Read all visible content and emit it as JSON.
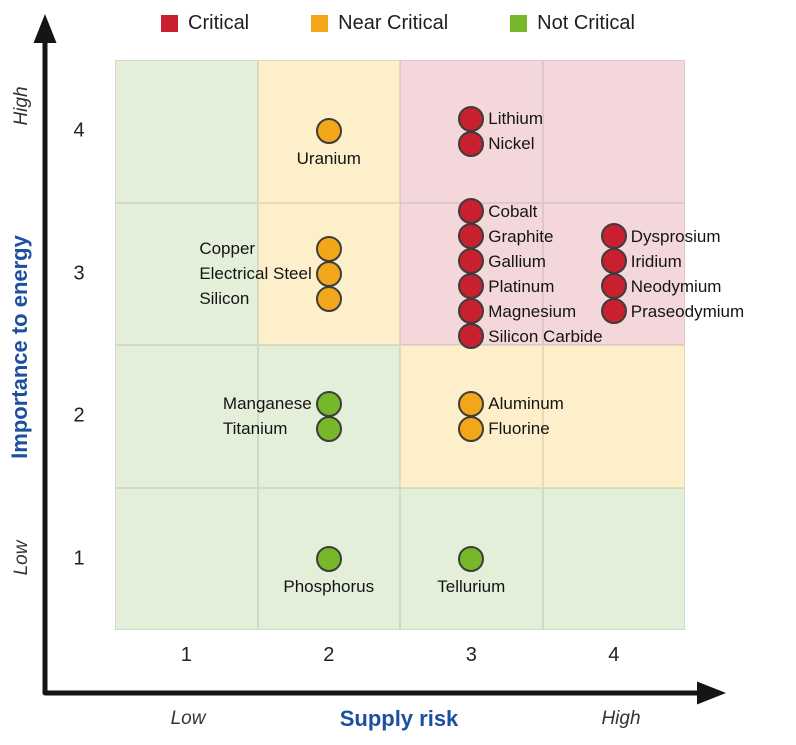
{
  "legend": {
    "items": [
      {
        "label": "Critical",
        "status": "critical"
      },
      {
        "label": "Near Critical",
        "status": "near"
      },
      {
        "label": "Not Critical",
        "status": "not"
      }
    ]
  },
  "y_axis": {
    "title": "Importance to energy",
    "high": "High",
    "low": "Low"
  },
  "x_axis": {
    "title": "Supply risk",
    "high": "High",
    "low": "Low"
  },
  "colors": {
    "critical": "#c8202f",
    "near": "#f2a71b",
    "not": "#76b82a",
    "cell_critical": "#f4d7da",
    "cell_near": "#fcefca",
    "cell_not": "#e4efd9",
    "axis_title": "#1c4f9e",
    "dot_border": "#3d3d3d"
  },
  "chart_data": {
    "type": "scatter",
    "title": "Material criticality matrix",
    "xlabel": "Supply risk",
    "ylabel": "Importance to energy",
    "x_ticks": [
      "1",
      "2",
      "3",
      "4"
    ],
    "y_ticks": [
      "4",
      "3",
      "2",
      "1"
    ],
    "xlim": [
      0.5,
      4.5
    ],
    "ylim": [
      0.5,
      4.5
    ],
    "cells": [
      [
        "not",
        "near",
        "critical",
        "critical"
      ],
      [
        "not",
        "near",
        "critical",
        "critical"
      ],
      [
        "not",
        "not",
        "near",
        "near"
      ],
      [
        "not",
        "not",
        "not",
        "not"
      ]
    ],
    "groups": [
      {
        "x": 2,
        "y": 4,
        "status": "near",
        "label_pos": "below",
        "labels": [
          "Uranium"
        ]
      },
      {
        "x": 3,
        "y": 4,
        "status": "critical",
        "label_pos": "right",
        "labels": [
          "Lithium",
          "Nickel"
        ]
      },
      {
        "x": 2,
        "y": 3,
        "status": "near",
        "label_pos": "left",
        "labels": [
          "Copper",
          "Electrical Steel",
          "Silicon"
        ]
      },
      {
        "x": 3,
        "y": 3,
        "status": "critical",
        "label_pos": "right",
        "labels": [
          "Cobalt",
          "Graphite",
          "Gallium",
          "Platinum",
          "Magnesium",
          "Silicon Carbide"
        ]
      },
      {
        "x": 4,
        "y": 3,
        "status": "critical",
        "label_pos": "right",
        "labels": [
          "Dysprosium",
          "Iridium",
          "Neodymium",
          "Praseodymium"
        ]
      },
      {
        "x": 2,
        "y": 2,
        "status": "not",
        "label_pos": "left",
        "labels": [
          "Manganese",
          "Titanium"
        ]
      },
      {
        "x": 3,
        "y": 2,
        "status": "near",
        "label_pos": "right",
        "labels": [
          "Aluminum",
          "Fluorine"
        ]
      },
      {
        "x": 2,
        "y": 1,
        "status": "not",
        "label_pos": "below",
        "labels": [
          "Phosphorus"
        ]
      },
      {
        "x": 3,
        "y": 1,
        "status": "not",
        "label_pos": "below",
        "labels": [
          "Tellurium"
        ]
      }
    ]
  }
}
